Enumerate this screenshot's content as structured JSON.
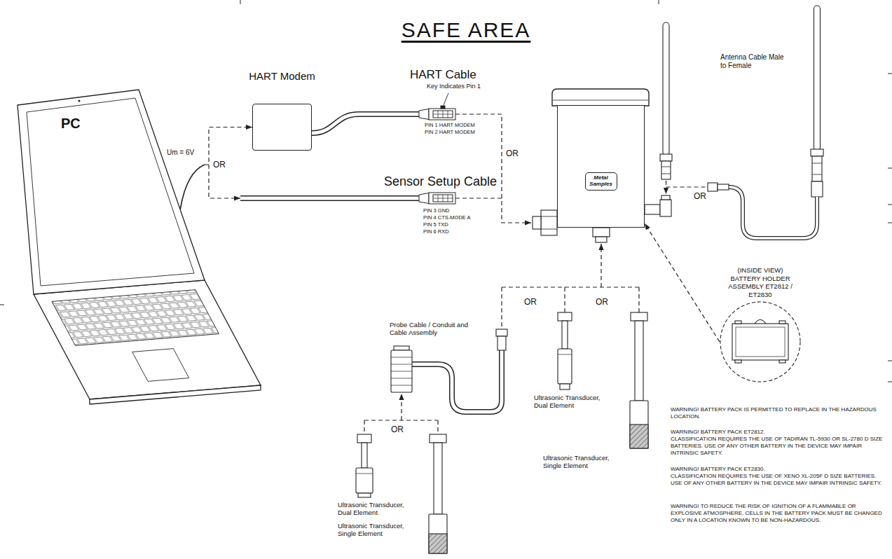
{
  "diagram": {
    "title": "SAFE AREA",
    "nodes": [
      {
        "text": [
          "PC"
        ]
      },
      {
        "text": [
          "HART Modem"
        ]
      },
      {
        "text": [
          "Metal Samples"
        ]
      },
      {
        "text": [
          "(INSIDE VIEW) BATTERY HOLDER ASSEMBLY ET2812 / ET2830"
        ]
      }
    ],
    "edges": [
      {
        "from": 0,
        "to": 1,
        "arrow": "to"
      },
      {
        "from": 3,
        "to": 2,
        "arrow": "to"
      }
    ],
    "labels": [
      "Um = 6V",
      "OR",
      "HART Cable",
      "Key Indicates Pin 1",
      "PIN 1 HART MODEM",
      "PIN 2 HART MODEM",
      "OR",
      "Sensor Setup Cable",
      "PIN 3 GND",
      "PIN 4 CTS-MODE A",
      "PIN 5 TXD",
      "PIN 6 RXD",
      "Antenna Cable Male to Female",
      "OR",
      "Probe Cable / Conduit and Cable Assembly",
      "OR",
      "OR",
      "OR",
      "Ultrasonic Transducer, Dual Element",
      "Ultrasonic Transducer, Single Element",
      "Ultrasonic Transducer, Dual Element",
      "Ultrasonic Transducer, Single Element",
      "WARNING! BATTERY PACK IS PERMITTED TO REPLACE IN THE HAZARDOUS LOCATION.",
      "WARNING! BATTERY PACK ET2812.",
      "CLASSIFICATION REQUIRES THE USE OF TADIRAN TL-5930 OR SL-2780 D SIZE BATTERIES. USE OF ANY OTHER BATTERY IN THE DEVICE MAY IMPAIR INTRINSIC SAFETY.",
      "WARNING! BATTERY PACK ET2830.",
      "CLASSIFICATION REQUIRES THE USE OF XENO XL-205F D SIZE BATTERIES. USE OF ANY OTHER BATTERY IN THE DEVICE MAY IMPAIR INTRINSIC SAFETY.",
      "WARNING! TO REDUCE THE RISK OF IGNITION OF A FLAMMABLE OR EXPLOSIVE ATMOSPHERE, CELLS IN THE BATTERY PACK MUST BE CHANGED ONLY IN A LOCATION KNOWN TO BE NON-HAZARDOUS."
    ]
  }
}
